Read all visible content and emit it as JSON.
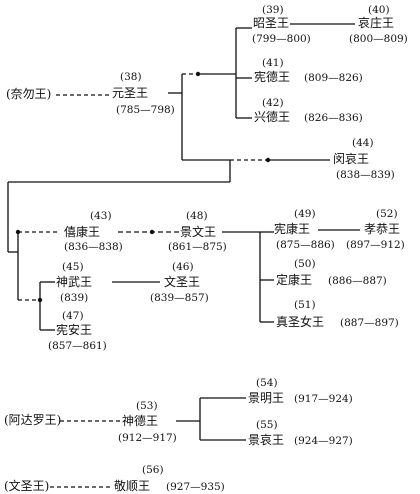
{
  "kings": {
    "k38": {
      "num": "(38)",
      "name": "元圣王",
      "years": "(785—798)"
    },
    "k39": {
      "num": "(39)",
      "name": "昭圣王",
      "years": "(799—800)"
    },
    "k40": {
      "num": "(40)",
      "name": "哀庄王",
      "years": "(800—809)"
    },
    "k41": {
      "num": "(41)",
      "name": "宪德王",
      "years": "(809—826)"
    },
    "k42": {
      "num": "(42)",
      "name": "兴德王",
      "years": "(826—836)"
    },
    "k43": {
      "num": "(43)",
      "name": "僖康王",
      "years": "(836—838)"
    },
    "k44": {
      "num": "(44)",
      "name": "闵哀王",
      "years": "(838—839)"
    },
    "k45": {
      "num": "(45)",
      "name": "神武王",
      "years": "(839)"
    },
    "k46": {
      "num": "(46)",
      "name": "文圣王",
      "years": "(839—857)"
    },
    "k47": {
      "num": "(47)",
      "name": "宪安王",
      "years": "(857—861)"
    },
    "k48": {
      "num": "(48)",
      "name": "景文王",
      "years": "(861—875)"
    },
    "k49": {
      "num": "(49)",
      "name": "宪康王",
      "years": "(875—886)"
    },
    "k50": {
      "num": "(50)",
      "name": "定康王",
      "years": "(886—887)"
    },
    "k51": {
      "num": "(51)",
      "name": "真圣女王",
      "years": "(887—897)"
    },
    "k52": {
      "num": "(52)",
      "name": "孝恭王",
      "years": "(897—912)"
    },
    "k53": {
      "num": "(53)",
      "name": "神德王",
      "years": "(912—917)"
    },
    "k54": {
      "num": "(54)",
      "name": "景明王",
      "years": "(917—924)"
    },
    "k55": {
      "num": "(55)",
      "name": "景哀王",
      "years": "(924—927)"
    },
    "k56": {
      "num": "(56)",
      "name": "敬顺王",
      "years": "(927—935)"
    }
  },
  "ancestors": {
    "a1": "(奈勿王)",
    "a2": "(阿达罗王)",
    "a3": "(文圣王)"
  }
}
